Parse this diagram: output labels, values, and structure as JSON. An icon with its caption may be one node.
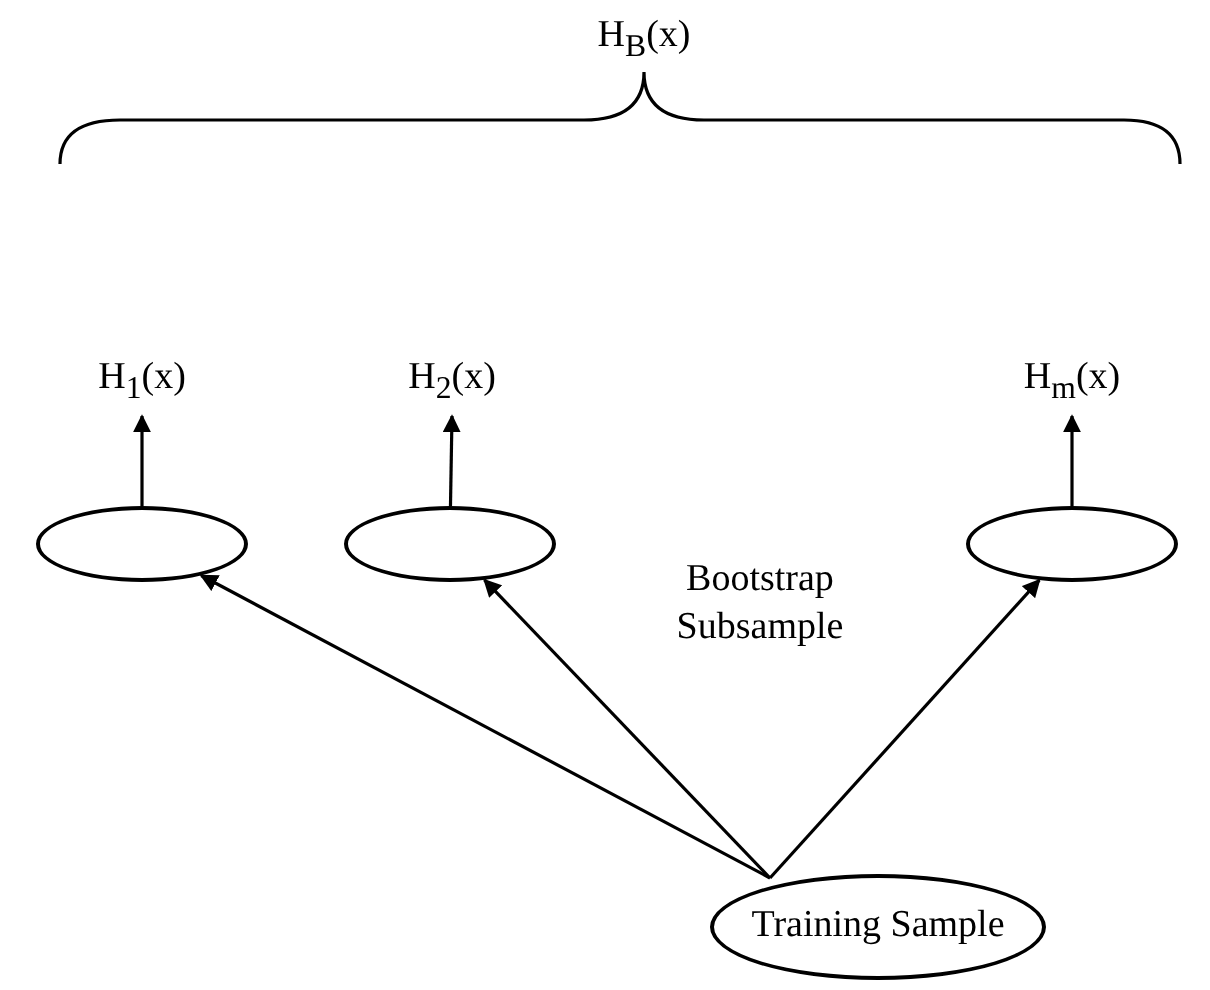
{
  "diagram": {
    "nodes": [
      {
        "text": [
          "Training Sample"
        ]
      },
      {
        "text": [],
        "shape": "ellipse"
      },
      {
        "text": [],
        "shape": "ellipse"
      },
      {
        "text": [],
        "shape": "ellipse"
      },
      {
        "text": [
          "H$_{1}$(x)"
        ]
      },
      {
        "text": [
          "H$_{2}$(x)"
        ]
      },
      {
        "text": [
          "H$_{m}$(x)"
        ]
      }
    ],
    "edges": [
      {
        "from": 0,
        "to": 1,
        "arrow": "to"
      },
      {
        "from": 0,
        "to": 2,
        "arrow": "to"
      },
      {
        "from": 0,
        "to": 3,
        "arrow": "to"
      },
      {
        "from": 1,
        "to": 4,
        "arrow": "to"
      },
      {
        "from": 2,
        "to": 5,
        "arrow": "to"
      },
      {
        "from": 3,
        "to": 6,
        "arrow": "to"
      }
    ],
    "labels": [
      "H$_{B}$(x)",
      "Bootstrap Subsample"
    ]
  }
}
